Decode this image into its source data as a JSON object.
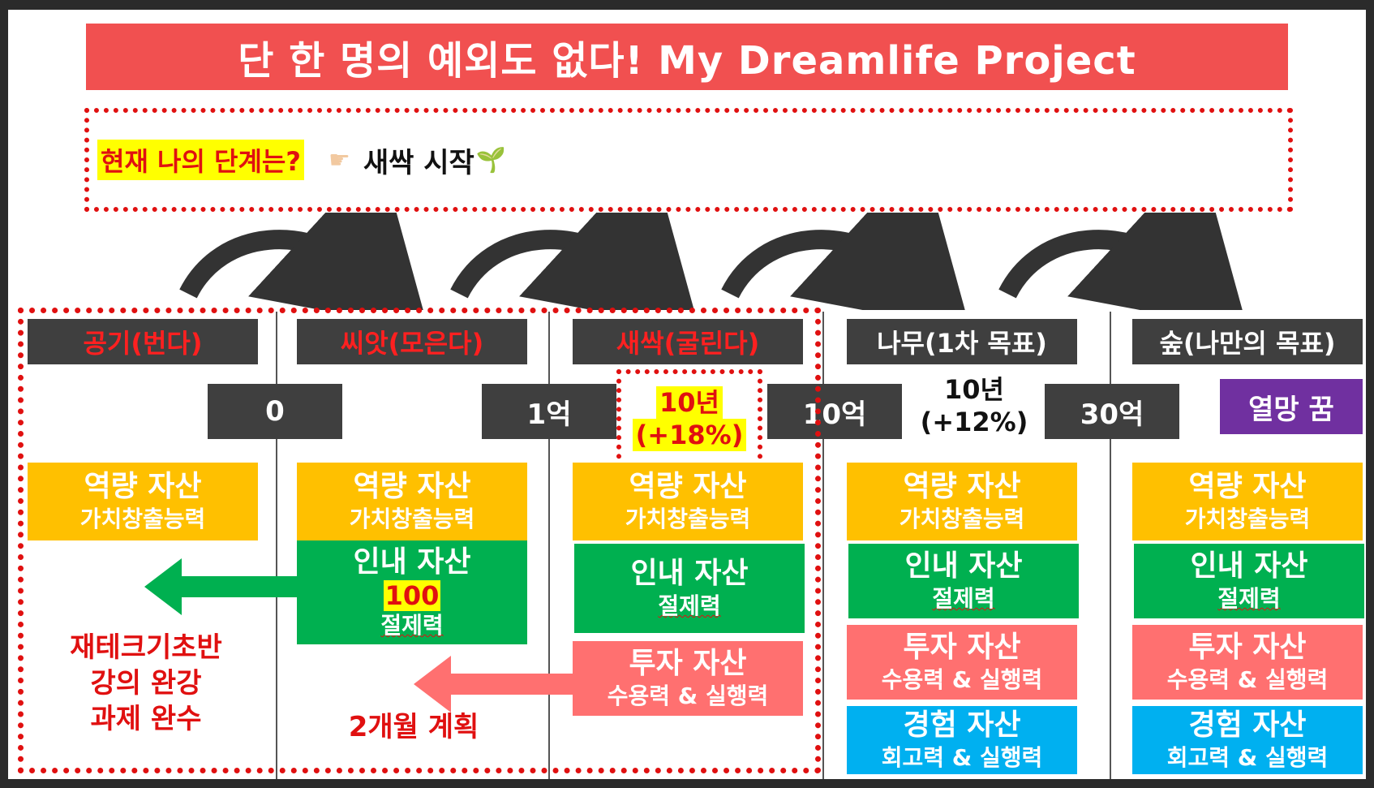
{
  "title": "단 한 명의 예외도 없다! My Dreamlife Project",
  "status": {
    "label": "현재 나의 단계는?",
    "pointer_icon": "pointing-hand",
    "value": "새싹 시작",
    "sprout_icon": "seedling"
  },
  "stages": [
    {
      "name": "공기(번다)"
    },
    {
      "name": "씨앗(모은다)"
    },
    {
      "name": "새싹(굴린다)"
    },
    {
      "name": "나무(1차 목표)"
    },
    {
      "name": "숲(나만의 목표)"
    }
  ],
  "amounts": [
    "0",
    "1억",
    "10억",
    "30억",
    "열망 꿈"
  ],
  "periods": {
    "sprout_years": "10년",
    "sprout_rate": "(+18%)",
    "tree_years": "10년",
    "tree_rate": "(+12%)"
  },
  "assets": {
    "capability": {
      "title": "역량 자산",
      "sub": "가치창출능력"
    },
    "patience": {
      "title": "인내 자산",
      "score": "100",
      "sub": "절제력"
    },
    "investment": {
      "title": "투자 자산",
      "sub": "수용력 & 실행력"
    },
    "experience": {
      "title": "경험 자산",
      "sub": "회고력 & 실행력"
    }
  },
  "actions": {
    "air_line1": "재테크기초반",
    "air_line2": "강의 완강",
    "air_line3": "과제 완수",
    "seed_plan": "2개월 계획"
  },
  "colors": {
    "title_bg": "#f15050",
    "dark": "#3f3f3f",
    "orange": "#ffc000",
    "green": "#00b050",
    "salmon": "#ff7070",
    "blue": "#00b0f0",
    "purple": "#7030a0",
    "red": "#e01010",
    "highlight": "#ffff00"
  }
}
